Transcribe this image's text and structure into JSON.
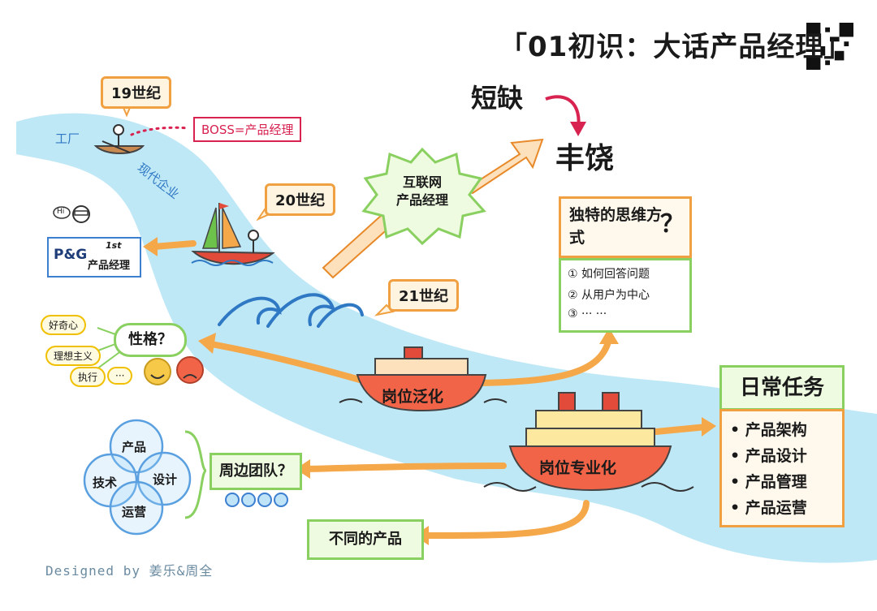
{
  "title": "「01初识：大话产品经理」",
  "centuries": {
    "c19": "19世纪",
    "c20": "20世纪",
    "c21": "21世纪"
  },
  "river_labels": {
    "factory": "工厂",
    "modern": "现代企业"
  },
  "boss": "BOSS=产品经理",
  "pg": {
    "name": "P&G",
    "first": "1st",
    "pm": "产品经理",
    "hi": "Hi"
  },
  "internet": {
    "line1": "互联网",
    "line2": "产品经理"
  },
  "short": "短缺",
  "rich": "丰饶",
  "thinking": {
    "title": "独特的思维方式",
    "q": "？",
    "items": [
      "① 如何回答问题",
      "② 从用户为中心",
      "③ ··· ···"
    ]
  },
  "personality": {
    "label": "性格？",
    "traits": [
      "好奇心",
      "理想主义",
      "执行",
      "···"
    ]
  },
  "ships": {
    "generalized": "岗位泛化",
    "specialized": "岗位专业化"
  },
  "daily": {
    "title": "日常任务",
    "items": [
      "• 产品架构",
      "• 产品设计",
      "• 产品管理",
      "• 产品运营"
    ]
  },
  "team": {
    "label": "周边团队？",
    "venn": [
      "产品",
      "技术",
      "设计",
      "运营"
    ]
  },
  "different": "不同的产品",
  "credit": "Designed by 姜乐&周全",
  "colors": {
    "river": "#bfe8f7",
    "arrow": "#f5a84a",
    "green": "#8ad060",
    "orange": "#f0a040",
    "pink": "#d8224f",
    "blue": "#3c7fd1"
  }
}
